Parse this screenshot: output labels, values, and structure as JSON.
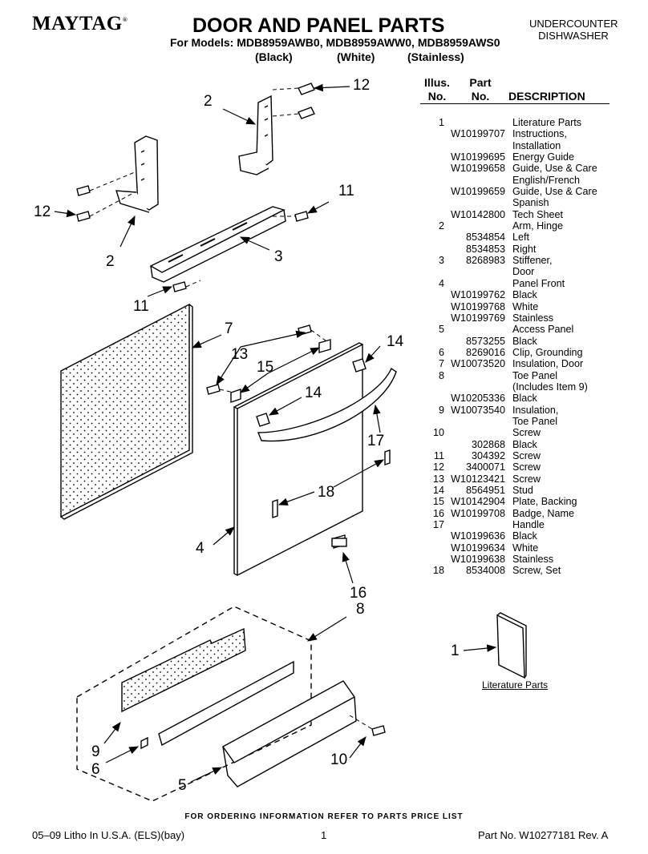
{
  "header": {
    "brand": "MAYTAG",
    "brand_mark": "®",
    "title": "DOOR AND PANEL PARTS",
    "models": "For Models: MDB8959AWB0, MDB8959AWW0, MDB8959AWS0",
    "variant_black": "(Black)",
    "variant_white": "(White)",
    "variant_stainless": "(Stainless)",
    "appliance_line1": "UNDERCOUNTER",
    "appliance_line2": "DISHWASHER"
  },
  "parts_table": {
    "headers": {
      "illus_top": "Illus.",
      "illus_bottom": "No.",
      "part_top": "Part",
      "part_bottom": "No.",
      "description": "DESCRIPTION"
    },
    "rows": [
      {
        "illus": "1",
        "part": "",
        "desc": "Literature Parts"
      },
      {
        "illus": "",
        "part": "W10199707",
        "desc": "Instructions,"
      },
      {
        "illus": "",
        "part": "",
        "desc": "Installation"
      },
      {
        "illus": "",
        "part": "W10199695",
        "desc": "Energy Guide"
      },
      {
        "illus": "",
        "part": "W10199658",
        "desc": "Guide, Use & Care"
      },
      {
        "illus": "",
        "part": "",
        "desc": "English/French"
      },
      {
        "illus": "",
        "part": "W10199659",
        "desc": "Guide, Use & Care"
      },
      {
        "illus": "",
        "part": "",
        "desc": "Spanish"
      },
      {
        "illus": "",
        "part": "W10142800",
        "desc": "Tech Sheet"
      },
      {
        "illus": "2",
        "part": "",
        "desc": "Arm, Hinge"
      },
      {
        "illus": "",
        "part": "8534854",
        "desc": "Left"
      },
      {
        "illus": "",
        "part": "8534853",
        "desc": "Right"
      },
      {
        "illus": "3",
        "part": "8268983",
        "desc": "Stiffener,"
      },
      {
        "illus": "",
        "part": "",
        "desc": "Door"
      },
      {
        "illus": "4",
        "part": "",
        "desc": "Panel Front"
      },
      {
        "illus": "",
        "part": "W10199762",
        "desc": "Black"
      },
      {
        "illus": "",
        "part": "W10199768",
        "desc": "White"
      },
      {
        "illus": "",
        "part": "W10199769",
        "desc": "Stainless"
      },
      {
        "illus": "5",
        "part": "",
        "desc": "Access Panel"
      },
      {
        "illus": "",
        "part": "8573255",
        "desc": "Black"
      },
      {
        "illus": "6",
        "part": "8269016",
        "desc": "Clip, Grounding"
      },
      {
        "illus": "7",
        "part": "W10073520",
        "desc": "Insulation, Door"
      },
      {
        "illus": "8",
        "part": "",
        "desc": "Toe Panel"
      },
      {
        "illus": "",
        "part": "",
        "desc": "(Includes Item 9)"
      },
      {
        "illus": "",
        "part": "W10205336",
        "desc": "Black"
      },
      {
        "illus": "9",
        "part": "W10073540",
        "desc": "Insulation,"
      },
      {
        "illus": "",
        "part": "",
        "desc": "Toe Panel"
      },
      {
        "illus": "10",
        "part": "",
        "desc": "Screw"
      },
      {
        "illus": "",
        "part": "302868",
        "desc": "Black"
      },
      {
        "illus": "11",
        "part": "304392",
        "desc": "Screw"
      },
      {
        "illus": "12",
        "part": "3400071",
        "desc": "Screw"
      },
      {
        "illus": "13",
        "part": "W10123421",
        "desc": "Screw"
      },
      {
        "illus": "14",
        "part": "8564951",
        "desc": "Stud"
      },
      {
        "illus": "15",
        "part": "W10142904",
        "desc": "Plate, Backing"
      },
      {
        "illus": "16",
        "part": "W10199708",
        "desc": "Badge, Name"
      },
      {
        "illus": "17",
        "part": "",
        "desc": "Handle"
      },
      {
        "illus": "",
        "part": "W10199636",
        "desc": "Black"
      },
      {
        "illus": "",
        "part": "W10199634",
        "desc": "White"
      },
      {
        "illus": "",
        "part": "W10199638",
        "desc": "Stainless"
      },
      {
        "illus": "18",
        "part": "8534008",
        "desc": "Screw, Set"
      }
    ]
  },
  "diagram": {
    "callouts": {
      "c12a": "12",
      "c2a": "2",
      "c12b": "12",
      "c11a": "11",
      "c2b": "2",
      "c3": "3",
      "c11b": "11",
      "c7": "7",
      "c13": "13",
      "c15": "15",
      "c14a": "14",
      "c14b": "14",
      "c17": "17",
      "c18": "18",
      "c4": "4",
      "c16": "16",
      "c8": "8",
      "c1": "1",
      "c9": "9",
      "c6": "6",
      "c10": "10",
      "c5": "5"
    },
    "literature_label": "Literature Parts"
  },
  "footer": {
    "order_info": "FOR ORDERING INFORMATION REFER TO PARTS PRICE LIST",
    "litho": "05–09 Litho In U.S.A. (ELS)(bay)",
    "page": "1",
    "part_no": "Part No. W10277181 Rev. A"
  }
}
